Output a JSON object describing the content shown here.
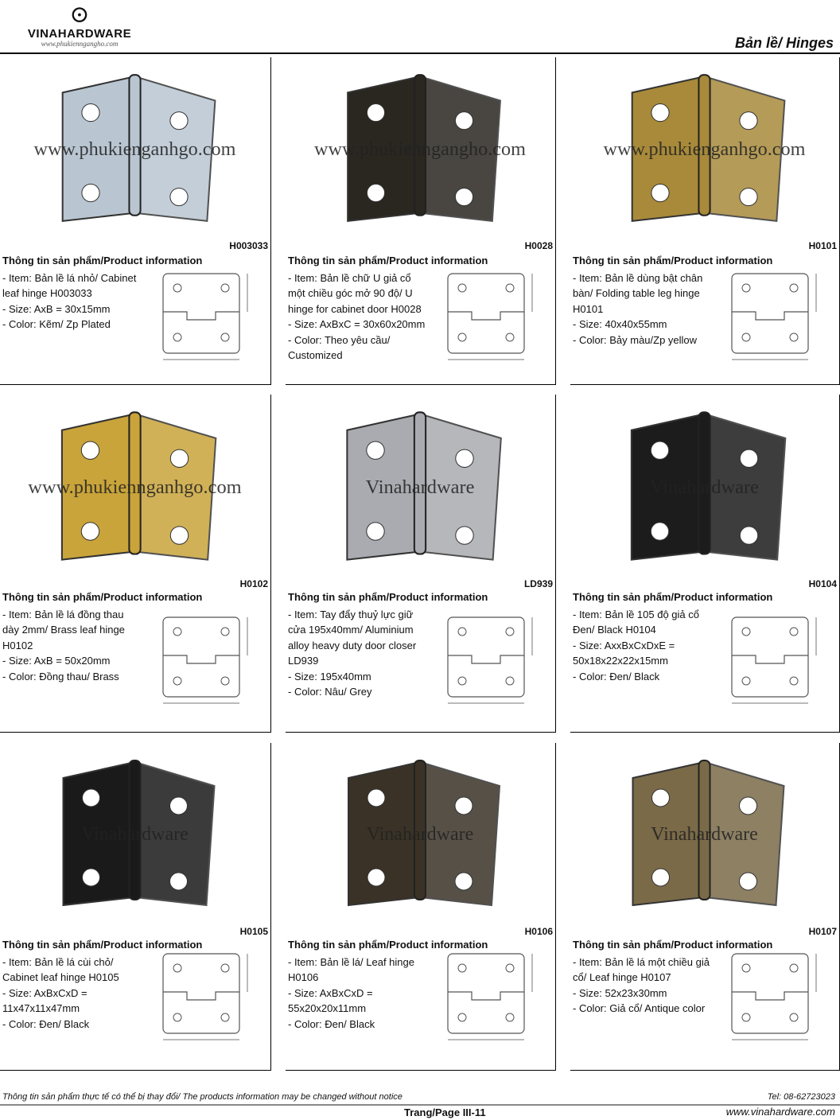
{
  "header": {
    "brand": "VINAHARDWARE",
    "brand_url": "www.phukienngangho.com",
    "section_title": "Bản lề/ Hinges"
  },
  "products": [
    {
      "code": "H003033",
      "heading": "Thông tin sản phẩm/Product information",
      "lines": [
        "- Item: Bản lề lá nhỏ/ Cabinet",
        "leaf hinge H003033",
        "- Size: AxB = 30x15mm",
        "- Color: Kẽm/ Zp Plated"
      ],
      "watermark": "www.phukienganhgo.com",
      "color": "#b9c6d2"
    },
    {
      "code": "H0028",
      "heading": "Thông tin sản phẩm/Product information",
      "lines": [
        "- Item: Bản lề chữ U giả cổ",
        "một chiều góc mở 90 độ/ U",
        "hinge for cabinet door H0028",
        "- Size: AxBxC = 30x60x20mm",
        "- Color: Theo yêu cầu/",
        "Customized"
      ],
      "watermark": "www.phukienngangho.com",
      "color": "#2a2620"
    },
    {
      "code": "H0101",
      "heading": "Thông tin sản phẩm/Product information",
      "lines": [
        "- Item: Bản lề dùng bật chân",
        "bàn/ Folding table leg hinge",
        "H0101",
        "- Size: 40x40x55mm",
        "- Color: Bảy màu/Zp yellow"
      ],
      "watermark": "www.phukienganhgo.com",
      "color": "#a88a3a"
    },
    {
      "code": "H0102",
      "heading": "Thông tin sản phẩm/Product information",
      "lines": [
        "- Item: Bản lề lá đồng thau",
        "dày 2mm/ Brass leaf hinge",
        "H0102",
        "- Size: AxB = 50x20mm",
        "- Color: Đồng thau/ Brass"
      ],
      "watermark": "www.phukiennganhgo.com",
      "color": "#c9a43a"
    },
    {
      "code": "LD939",
      "heading": "Thông tin sản phẩm/Product information",
      "lines": [
        "- Item: Tay đẩy thuỷ lực giữ",
        "cửa 195x40mm/ Aluminium",
        "alloy heavy duty door closer",
        "LD939",
        "- Size: 195x40mm",
        "- Color: Nâu/ Grey"
      ],
      "watermark": "Vinahardware",
      "color": "#a9abb0"
    },
    {
      "code": "H0104",
      "heading": "Thông tin sản phẩm/Product information",
      "lines": [
        "- Item: Bản lề 105 độ giả cổ",
        "Đen/ Black H0104",
        "- Size: AxxBxCxDxE =",
        "50x18x22x22x15mm",
        "- Color: Đen/ Black"
      ],
      "watermark": "Vinahardware",
      "color": "#1c1c1c"
    },
    {
      "code": "H0105",
      "heading": "Thông tin sản phẩm/Product information",
      "lines": [
        "- Item: Bản lề lá cùi chỏ/",
        "Cabinet leaf hinge H0105",
        "- Size: AxBxCxD =",
        "11x47x11x47mm",
        "- Color: Đen/ Black"
      ],
      "watermark": "Vinahardware",
      "color": "#1a1a1a"
    },
    {
      "code": "H0106",
      "heading": "Thông tin sản phẩm/Product information",
      "lines": [
        "- Item: Bản lề lá/ Leaf hinge",
        "H0106",
        "- Size: AxBxCxD =",
        "55x20x20x11mm",
        "- Color: Đen/ Black"
      ],
      "watermark": "Vinahardware",
      "color": "#3a3226"
    },
    {
      "code": "H0107",
      "heading": "Thông tin sản phẩm/Product information",
      "lines": [
        "- Item: Bản lề lá một chiều giả",
        "cổ/ Leaf hinge H0107",
        "- Size: 52x23x30mm",
        "- Color: Giả cổ/ Antique color"
      ],
      "watermark": "Vinahardware",
      "color": "#7a6a48"
    }
  ],
  "footer": {
    "note": "Thông tin sản phẩm thực tế có thể bị thay đổi/ The products information may be changed without notice",
    "tel": "Tel: 08-62723023",
    "page": "Trang/Page III-11",
    "website": "www.vinahardware.com"
  }
}
